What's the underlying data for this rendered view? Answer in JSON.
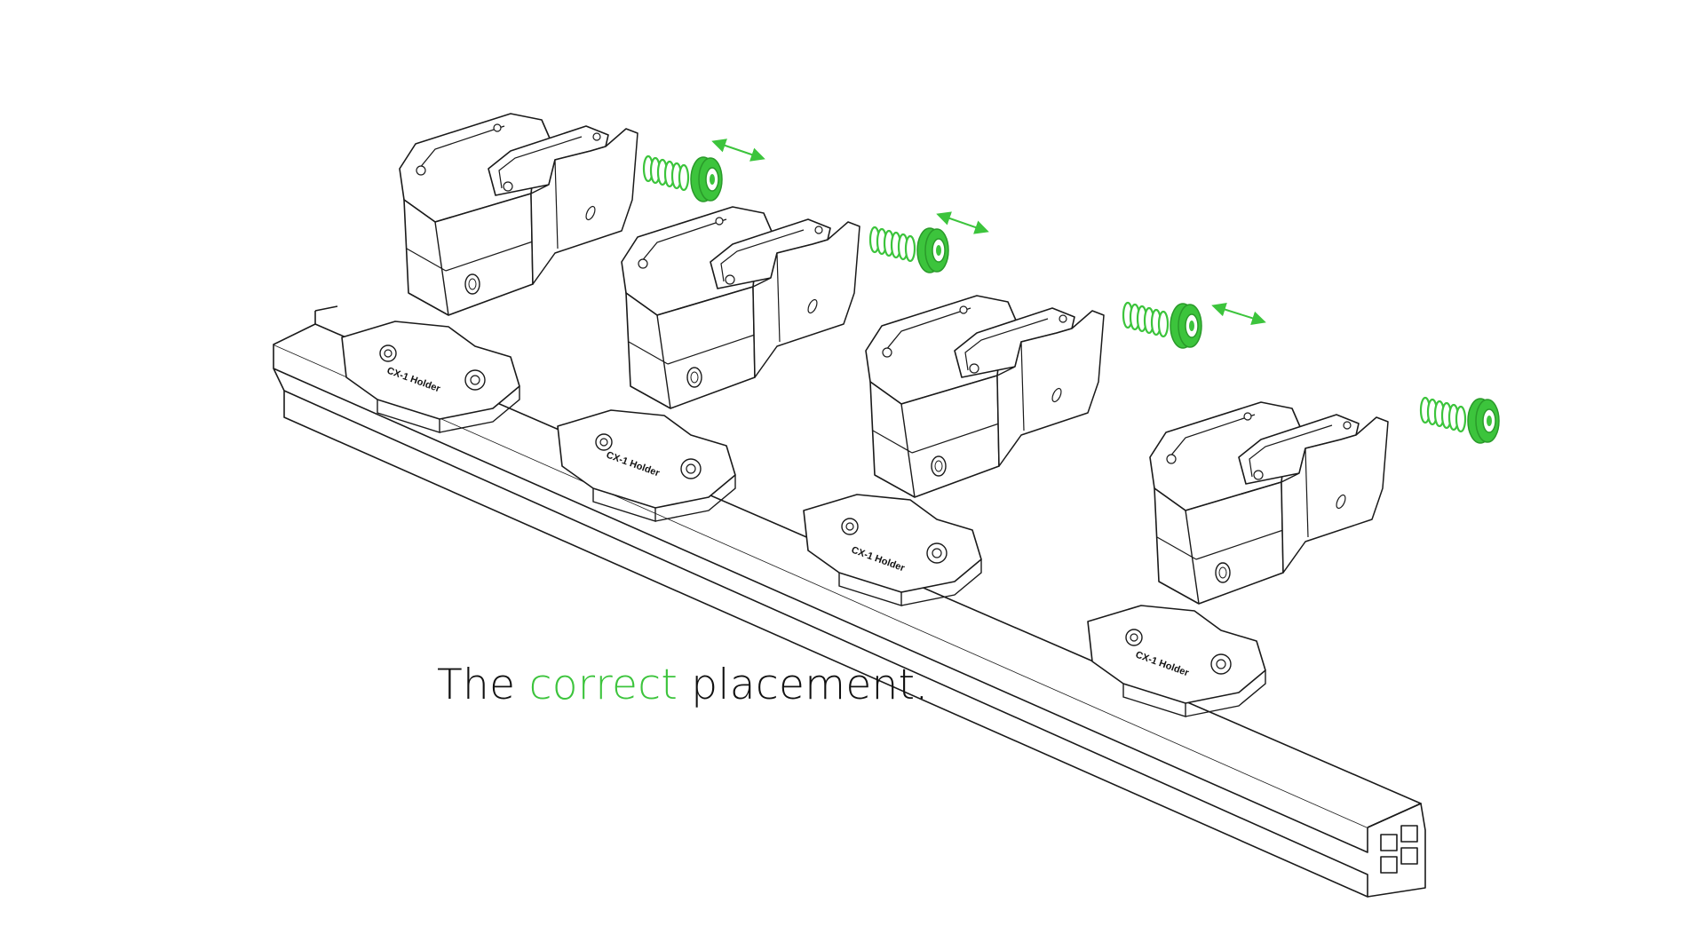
{
  "colors": {
    "accent": "#3cc43c",
    "line": "#1a1a1a",
    "background": "#ffffff"
  },
  "caption": {
    "part1": "The ",
    "accent_word": "correct",
    "part2": " placement."
  },
  "holder_label": "CX-1 Holder",
  "icons": {
    "adjust": "double-arrow-icon",
    "knob": "thumb-screw-icon",
    "spring": "spring-icon"
  }
}
